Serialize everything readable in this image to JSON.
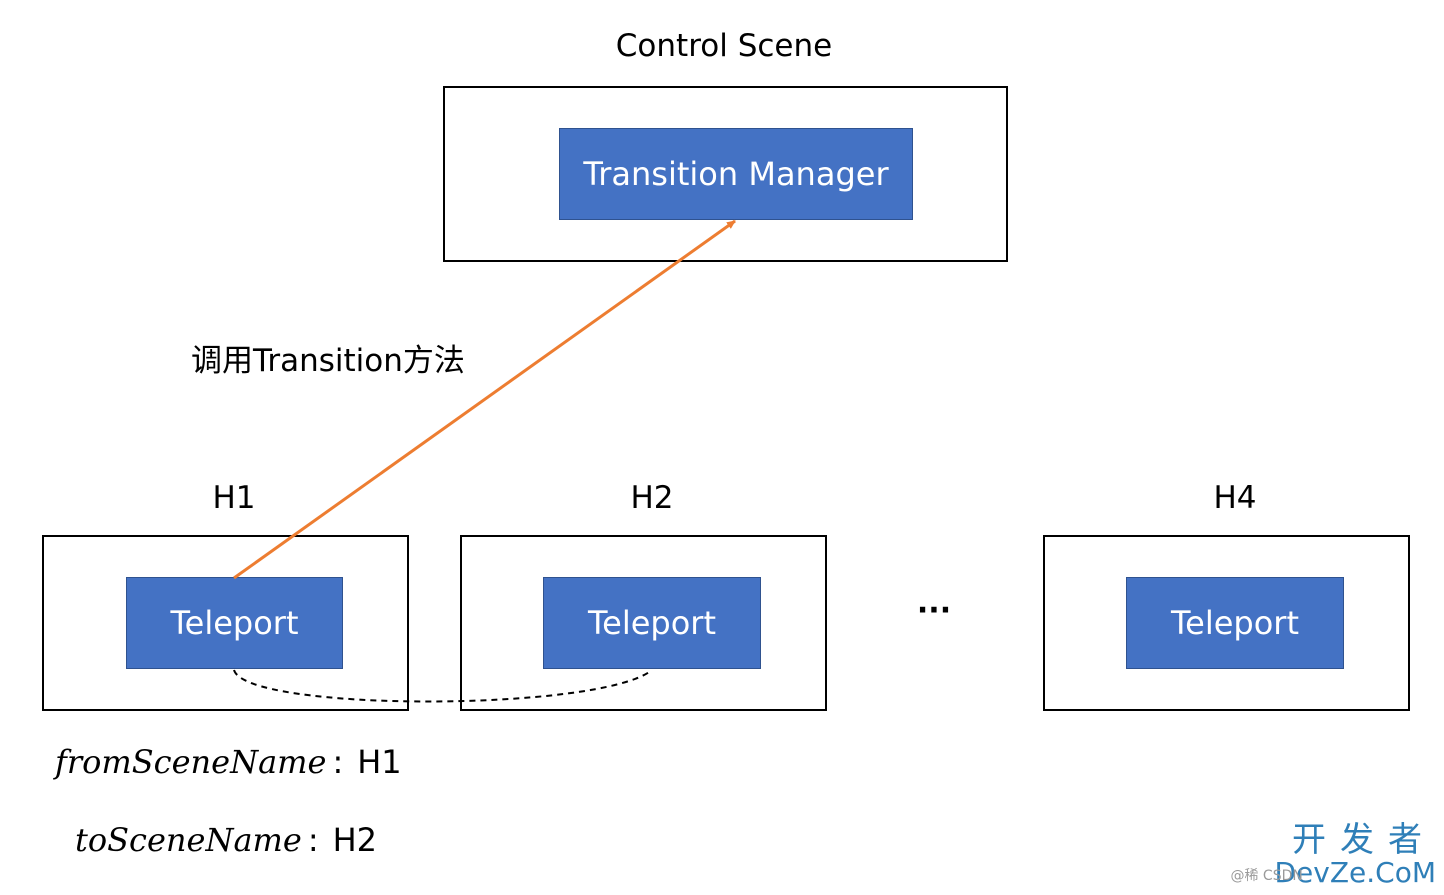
{
  "control_scene": {
    "title": "Control Scene",
    "manager_label": "Transition Manager"
  },
  "call_label": "调用Transition方法",
  "scenes": [
    {
      "name": "H1",
      "node_label": "Teleport"
    },
    {
      "name": "H2",
      "node_label": "Teleport"
    },
    {
      "name": "H4",
      "node_label": "Teleport"
    }
  ],
  "ellipsis": "···",
  "params": {
    "from_key": "fromSceneName",
    "from_sep": ":",
    "from_value": "H1",
    "to_key": "toSceneName",
    "to_sep": ":",
    "to_value": "H2"
  },
  "watermark": {
    "line1": "开发者",
    "line2": "DevZe.CoM",
    "small": "@稀 CSDN"
  },
  "colors": {
    "node_fill": "#4472c4",
    "node_border": "#2f528f",
    "arrow": "#ed7d31",
    "frame": "#000000",
    "watermark": "#2f7fb8"
  }
}
